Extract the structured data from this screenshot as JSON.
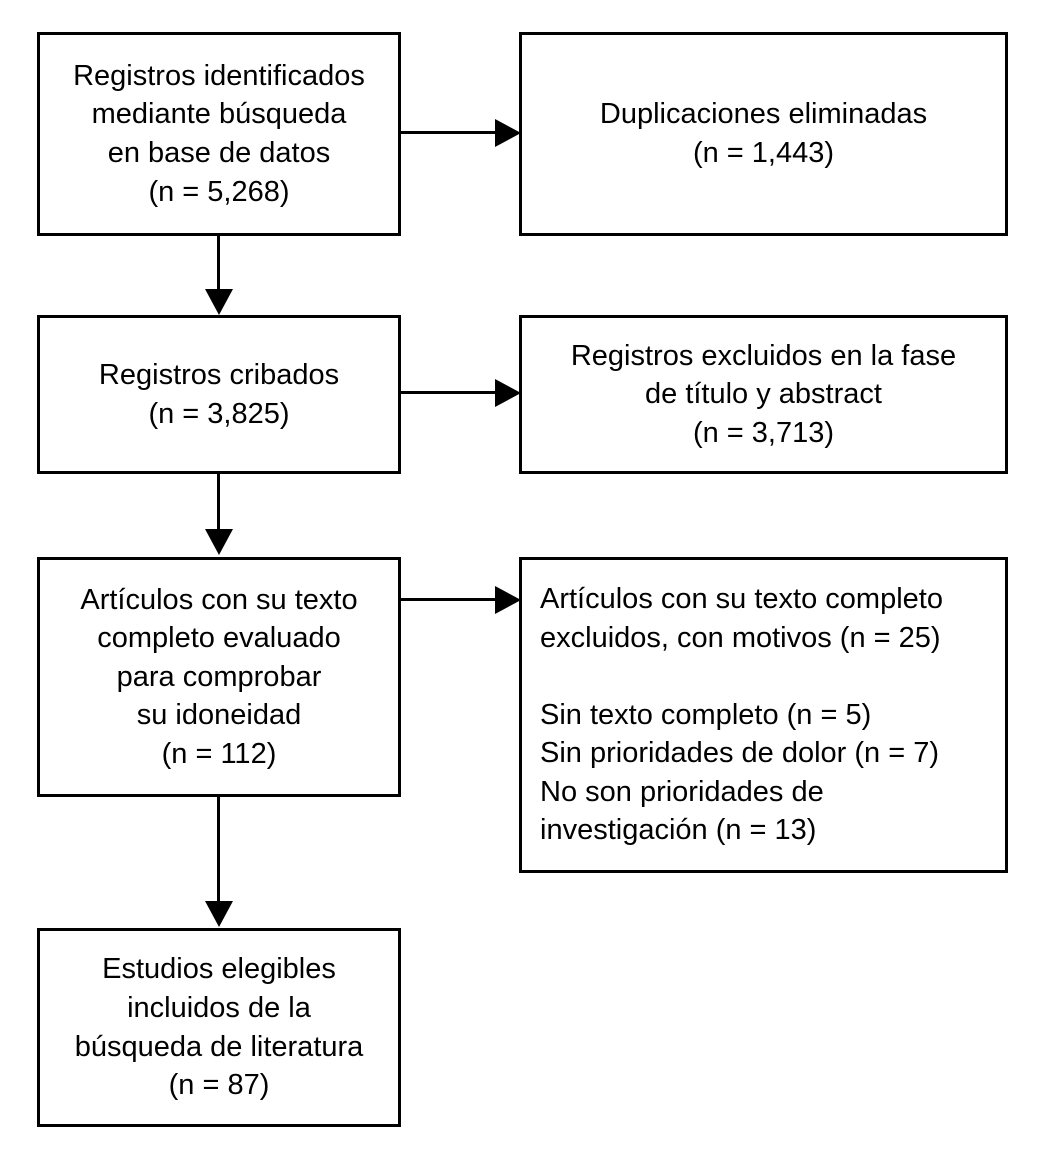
{
  "diagram": {
    "type": "prisma-flow-diagram",
    "language": "es",
    "background_color": "#ffffff",
    "line_color": "#000000",
    "text_color": "#000000",
    "nodes": {
      "identified": {
        "label": "Registros identificados\nmediante búsqueda\nen base de datos\n(n = 5,268)",
        "count": "5,268",
        "align": "center"
      },
      "duplicates": {
        "label": "Duplicaciones eliminadas\n(n = 1,443)",
        "count": "1,443",
        "align": "center"
      },
      "screened": {
        "label": "Registros cribados\n(n = 3,825)",
        "count": "3,825",
        "align": "center"
      },
      "excluded_title_abstract": {
        "label": "Registros excluidos en la fase\nde título y abstract\n(n = 3,713)",
        "count": "3,713",
        "align": "center"
      },
      "fulltext_assessed": {
        "label": "Artículos con su texto\ncompleto evaluado\npara comprobar\nsu idoneidad\n(n = 112)",
        "count": "112",
        "align": "center"
      },
      "excluded_fulltext": {
        "label": "Artículos con su texto completo\nexcluidos, con motivos (n = 25)\n\nSin texto completo (n = 5)\nSin prioridades de dolor (n = 7)\nNo son prioridades de\ninvestigación (n = 13)",
        "count": "25",
        "align": "left",
        "reasons": [
          {
            "text": "Sin texto completo (n = 5)",
            "count": "5"
          },
          {
            "text": "Sin prioridades de dolor (n = 7)",
            "count": "7"
          },
          {
            "text": "No son prioridades de investigación (n = 13)",
            "count": "13"
          }
        ]
      },
      "included": {
        "label": "Estudios elegibles\nincluidos de la\nbúsqueda de literatura\n(n = 87)",
        "count": "87",
        "align": "center"
      }
    },
    "edges": [
      {
        "from": "identified",
        "to": "duplicates",
        "direction": "right"
      },
      {
        "from": "identified",
        "to": "screened",
        "direction": "down"
      },
      {
        "from": "screened",
        "to": "excluded_title_abstract",
        "direction": "right"
      },
      {
        "from": "screened",
        "to": "fulltext_assessed",
        "direction": "down"
      },
      {
        "from": "fulltext_assessed",
        "to": "excluded_fulltext",
        "direction": "right"
      },
      {
        "from": "fulltext_assessed",
        "to": "included",
        "direction": "down"
      }
    ]
  }
}
